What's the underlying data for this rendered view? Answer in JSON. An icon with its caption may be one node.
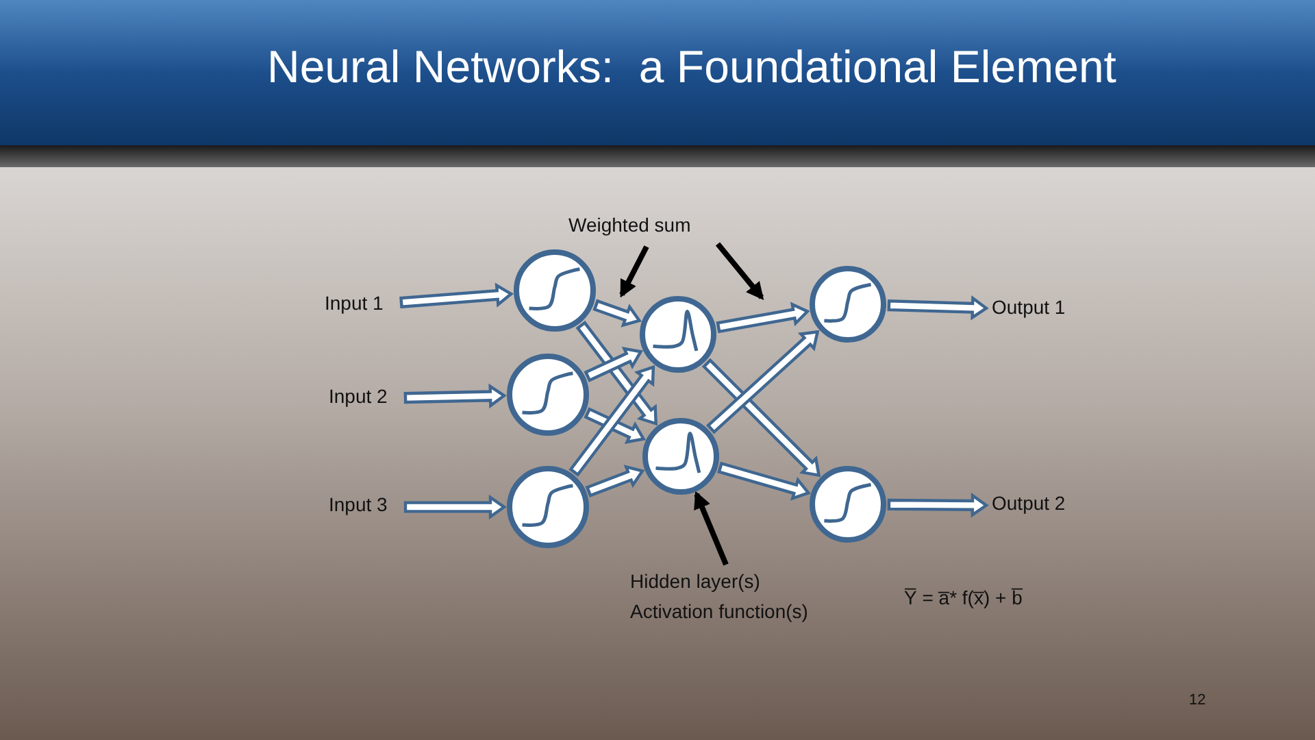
{
  "diagram": {
    "title": "Neural Networks:  a Foundational Element",
    "nodes": [
      {
        "text": [
          "Input 1"
        ]
      },
      {
        "text": [
          "Input 2"
        ]
      },
      {
        "text": [
          "Input 3"
        ]
      },
      {
        "text": [],
        "shape": "circle"
      },
      {
        "text": [],
        "shape": "circle"
      },
      {
        "text": [],
        "shape": "circle"
      },
      {
        "text": [],
        "shape": "circle"
      },
      {
        "text": [],
        "shape": "circle"
      },
      {
        "text": [],
        "shape": "circle"
      },
      {
        "text": [],
        "shape": "circle"
      },
      {
        "text": [
          "Output 1"
        ]
      },
      {
        "text": [
          "Output 2"
        ]
      },
      {
        "text": [
          "Weighted sum"
        ]
      },
      {
        "text": [
          "Hidden layer(s) Activation function(s)"
        ]
      }
    ],
    "edges": [
      {
        "from": 0,
        "to": 3,
        "arrow": "to"
      },
      {
        "from": 1,
        "to": 4,
        "arrow": "to"
      },
      {
        "from": 2,
        "to": 5,
        "arrow": "to"
      },
      {
        "from": 3,
        "to": 6,
        "arrow": "to"
      },
      {
        "from": 3,
        "to": 7,
        "arrow": "to"
      },
      {
        "from": 4,
        "to": 6,
        "arrow": "to"
      },
      {
        "from": 4,
        "to": 7,
        "arrow": "to"
      },
      {
        "from": 5,
        "to": 6,
        "arrow": "to"
      },
      {
        "from": 5,
        "to": 7,
        "arrow": "to"
      },
      {
        "from": 6,
        "to": 8,
        "arrow": "to"
      },
      {
        "from": 6,
        "to": 9,
        "arrow": "to"
      },
      {
        "from": 7,
        "to": 8,
        "arrow": "to"
      },
      {
        "from": 7,
        "to": 9,
        "arrow": "to"
      },
      {
        "from": 8,
        "to": 10,
        "arrow": "to"
      },
      {
        "from": 9,
        "to": 11,
        "arrow": "to"
      },
      {
        "from": 12,
        "to": 6,
        "arrow": "to",
        "color": "#000000"
      },
      {
        "from": 12,
        "to": 6,
        "arrow": "to",
        "color": "#000000"
      },
      {
        "from": 13,
        "to": 7,
        "arrow": "to",
        "color": "#000000"
      }
    ],
    "labels": [
      "Y̅ = a̅* f(x̅) + b̅",
      "12"
    ]
  }
}
